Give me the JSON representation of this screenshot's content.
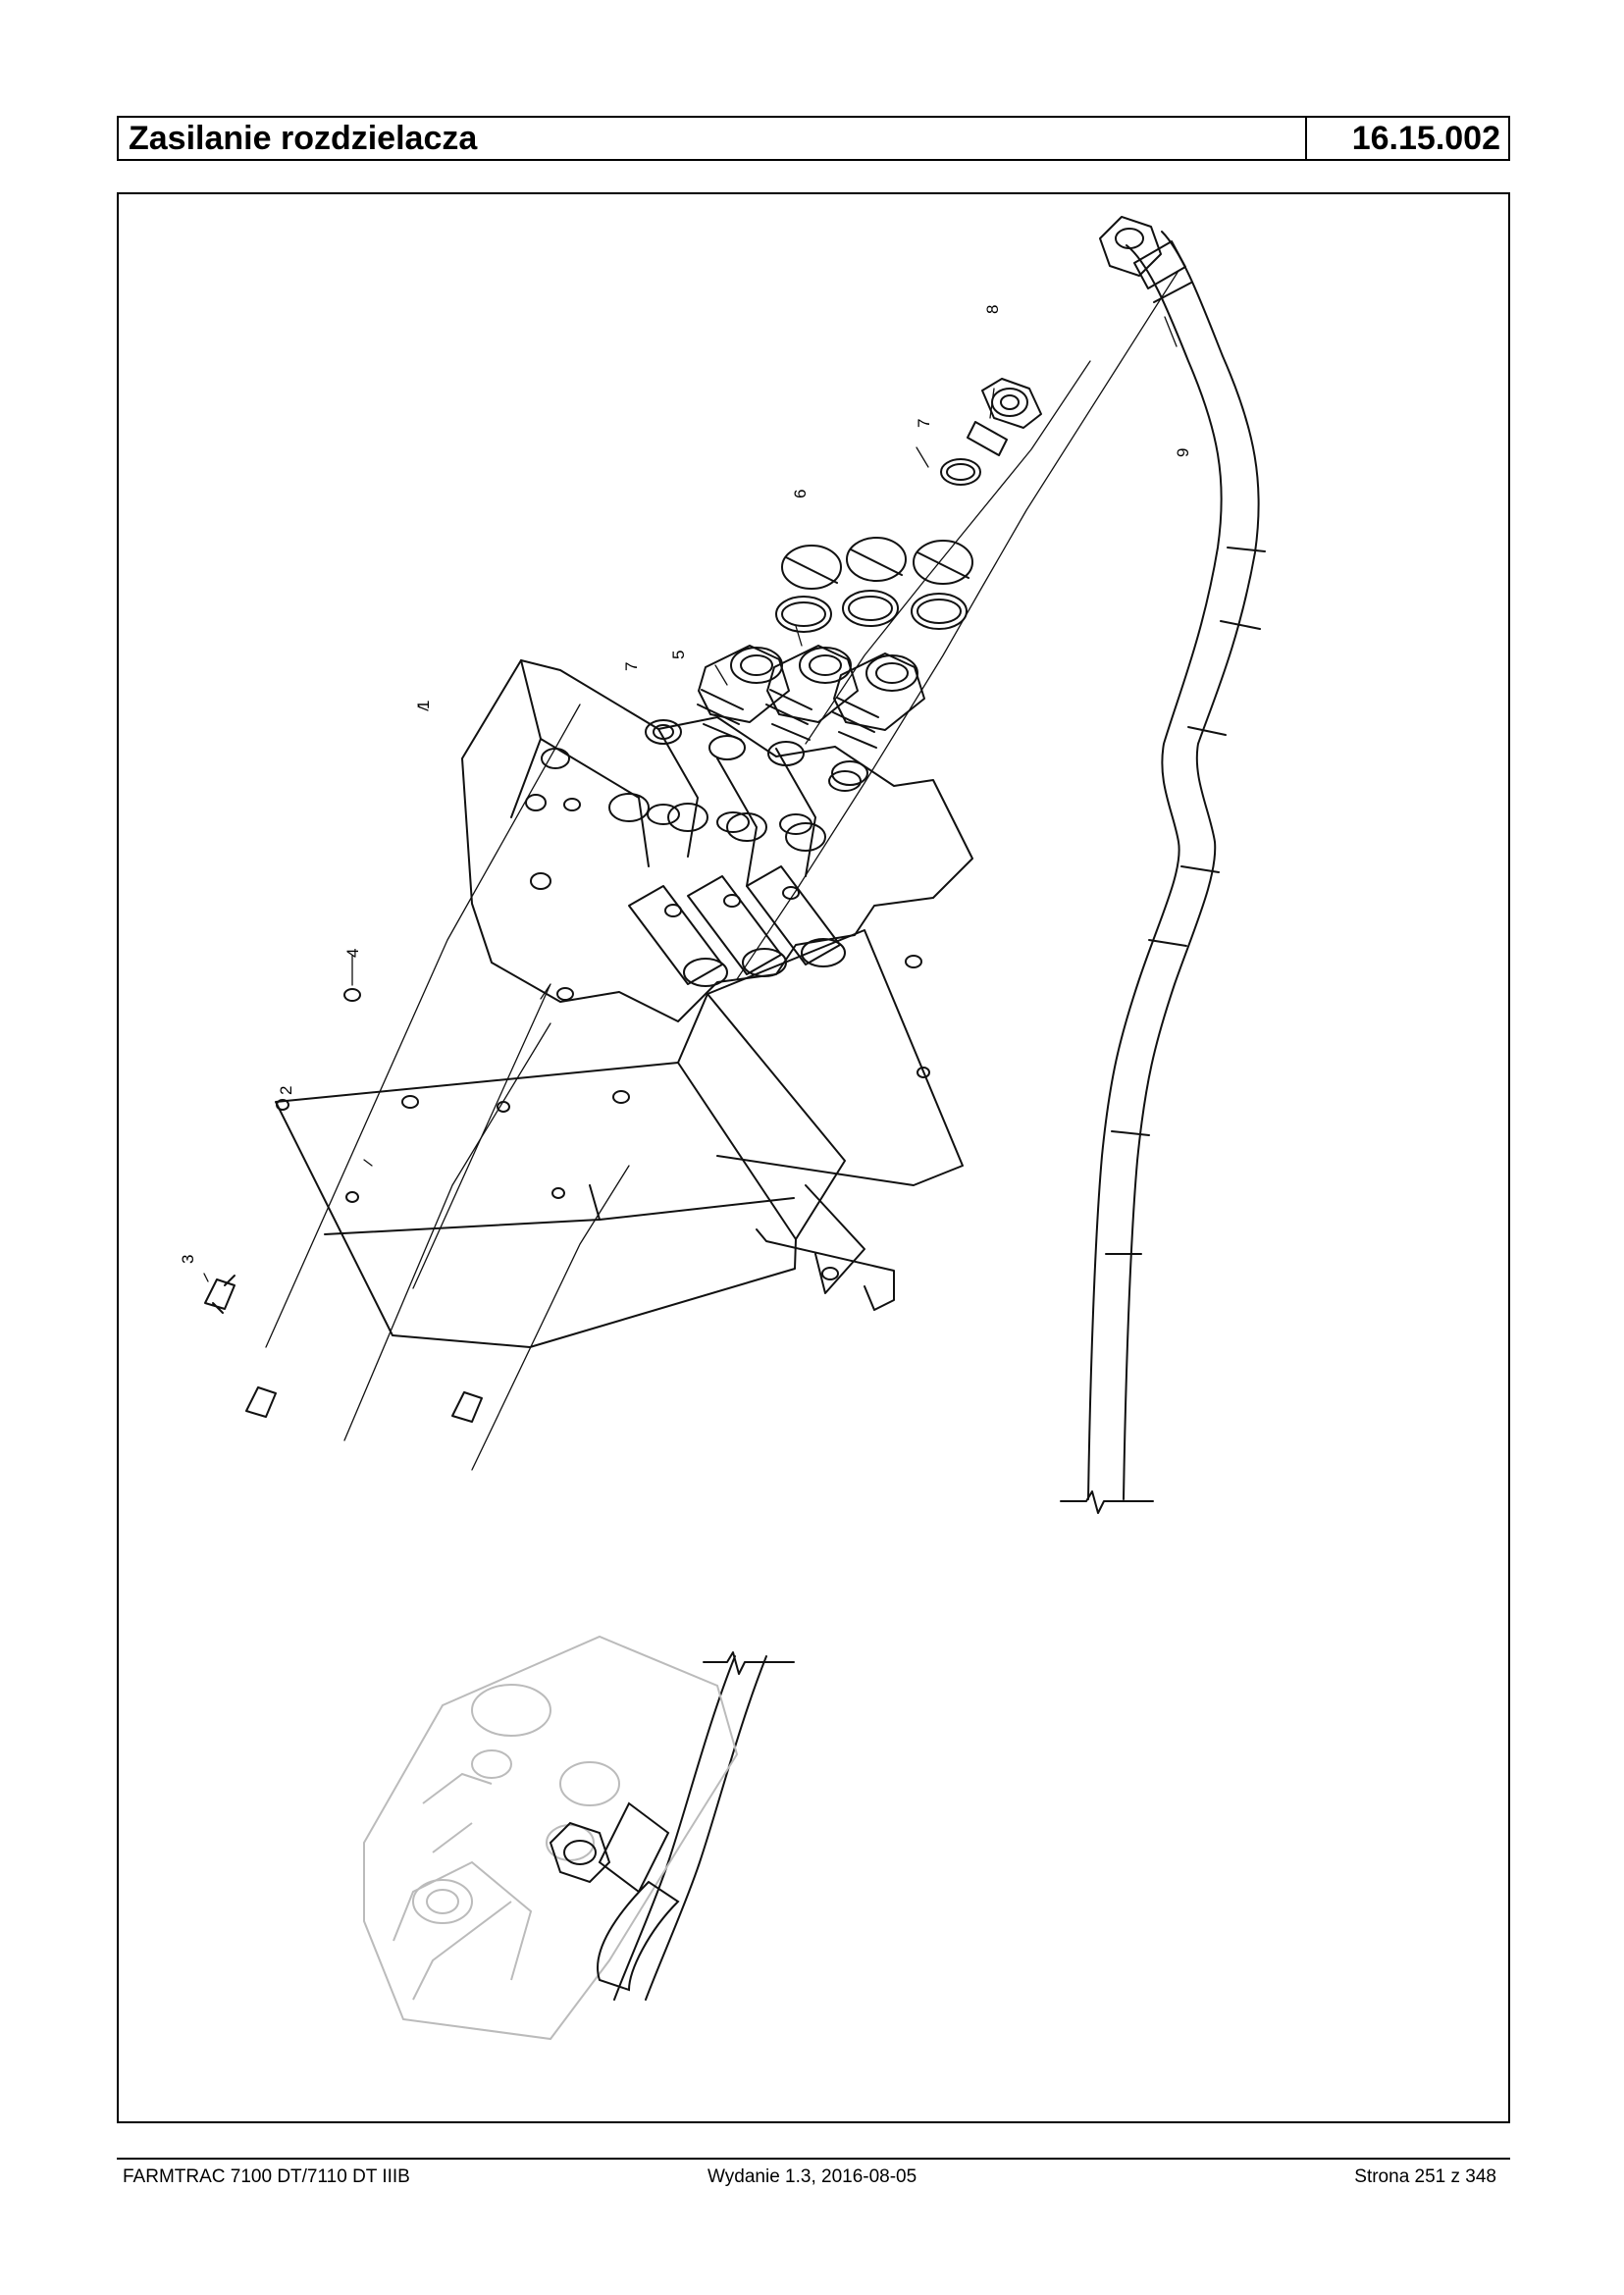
{
  "header": {
    "title": "Zasilanie rozdzielacza",
    "section_code": "16.15.002"
  },
  "diagram": {
    "callouts": [
      {
        "num": "1"
      },
      {
        "num": "2"
      },
      {
        "num": "3"
      },
      {
        "num": "4"
      },
      {
        "num": "5"
      },
      {
        "num": "6"
      },
      {
        "num": "7"
      },
      {
        "num": "7"
      },
      {
        "num": "8"
      },
      {
        "num": "9"
      }
    ],
    "colors": {
      "line": "#111111",
      "ghost": "#bbbbbb"
    }
  },
  "footer": {
    "model": "FARMTRAC 7100 DT/7110 DT IIIB",
    "edition": "Wydanie 1.3,  2016-08-05",
    "page": "Strona 251 z 348"
  }
}
